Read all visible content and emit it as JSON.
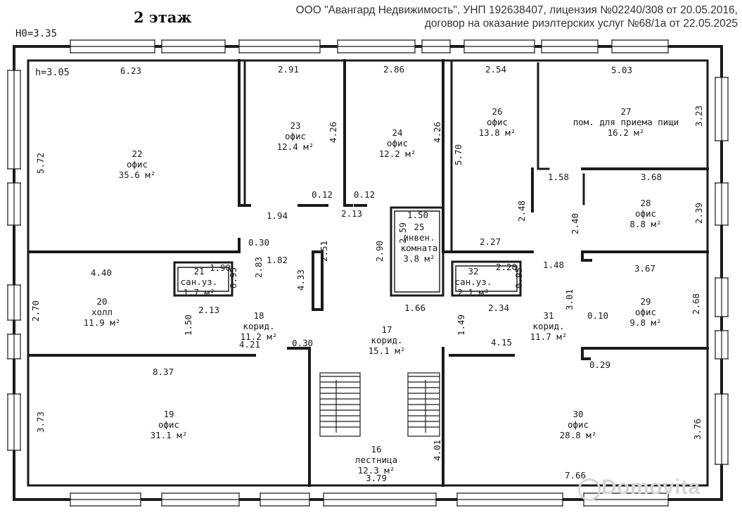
{
  "floor_title": "2 этаж",
  "header": {
    "line1": "ООО \"Авангард Недвижимость\", УНП 192638407, лицензия №02240/308 от 20.05.2016,",
    "line2": "договор на оказание риэлтерских услуг №68/1а от 22.05.2025"
  },
  "heights": {
    "h0": "H0=3.35",
    "h": "h=3.05"
  },
  "rooms": [
    {
      "number": "22",
      "name": "офис",
      "area": "35.6 м²"
    },
    {
      "number": "23",
      "name": "офис",
      "area": "12.4 м²"
    },
    {
      "number": "24",
      "name": "офис",
      "area": "12.2 м²"
    },
    {
      "number": "26",
      "name": "офис",
      "area": "13.8 м²"
    },
    {
      "number": "27",
      "name": "пом. для приема пищи",
      "area": "16.2 м²"
    },
    {
      "number": "28",
      "name": "офис",
      "area": "8.8 м²"
    },
    {
      "number": "25",
      "name": "инвен. комната",
      "area": "3.8 м²"
    },
    {
      "number": "21",
      "name": "сан.уз.",
      "area": "1.7 м²"
    },
    {
      "number": "32",
      "name": "сан.уз.",
      "area": "2.1 м²"
    },
    {
      "number": "20",
      "name": "холл",
      "area": "11.9 м²"
    },
    {
      "number": "18",
      "name": "корид.",
      "area": "11.2 м²"
    },
    {
      "number": "17",
      "name": "корид.",
      "area": "15.1 м²"
    },
    {
      "number": "31",
      "name": "корид.",
      "area": "11.7 м²"
    },
    {
      "number": "29",
      "name": "офис",
      "area": "9.8 м²"
    },
    {
      "number": "19",
      "name": "офис",
      "area": "31.1 м²"
    },
    {
      "number": "16",
      "name": "лестница",
      "area": "12.3 м²"
    },
    {
      "number": "30",
      "name": "офис",
      "area": "28.8 м²"
    }
  ],
  "dimensions": [
    "6.23",
    "2.91",
    "2.86",
    "2.54",
    "5.03",
    "5.72",
    "4.26",
    "4.26",
    "5.70",
    "3.23",
    "1.58",
    "3.68",
    "0.12",
    "0.12",
    "1.94",
    "2.13",
    "1.50",
    "2.59",
    "2.90",
    "2.51",
    "2.48",
    "2.40",
    "2.39",
    "0.30",
    "1.82",
    "2.83",
    "4.33",
    "2.27",
    "1.48",
    "3.67",
    "4.40",
    "1.90",
    "0.95",
    "2.20",
    "0.95",
    "2.70",
    "2.13",
    "1.66",
    "2.34",
    "3.01",
    "0.10",
    "2.68",
    "1.50",
    "4.21",
    "0.30",
    "1.49",
    "4.15",
    "0.29",
    "8.37",
    "3.73",
    "3.76",
    "4.01",
    "3.79",
    "7.66"
  ],
  "watermark": "Domovita"
}
